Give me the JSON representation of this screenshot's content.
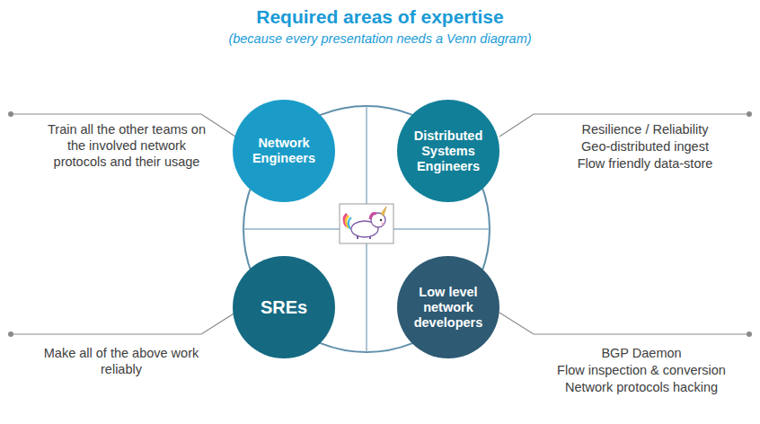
{
  "diagram": {
    "title": "Required areas of expertise",
    "nodes": [
      {
        "text": [
          "Network Engineers"
        ]
      },
      {
        "text": [
          "Distributed Systems Engineers"
        ]
      },
      {
        "text": [
          "SREs"
        ]
      },
      {
        "text": [
          "Low level network developers"
        ]
      }
    ],
    "labels": [
      "(because every presentation needs a Venn diagram)",
      "Train all the other teams on the involved network protocols and their usage",
      "Resilience / Reliability",
      "Geo-distributed ingest",
      "Flow friendly data-store",
      "Make all of the above work reliably",
      "BGP Daemon",
      "Flow inspection & conversion",
      "Network protocols hacking"
    ]
  }
}
